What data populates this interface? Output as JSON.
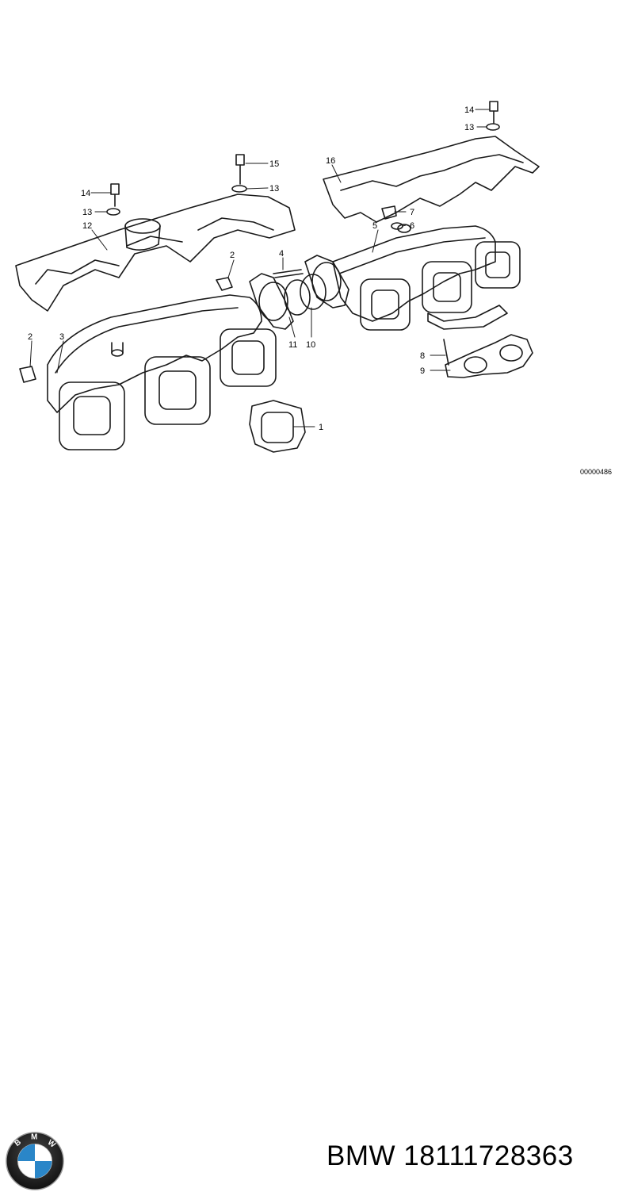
{
  "diagram": {
    "callouts": [
      "1",
      "2",
      "2",
      "3",
      "4",
      "5",
      "6",
      "7",
      "8",
      "9",
      "10",
      "11",
      "12",
      "13",
      "13",
      "13",
      "14",
      "14",
      "15",
      "16"
    ],
    "ref_number": "00000486"
  },
  "logo": {
    "letters": [
      "B",
      "M",
      "W"
    ],
    "colors": {
      "blue": "#2a86c8",
      "black": "#1a1a1a",
      "white": "#ffffff"
    }
  },
  "footer": {
    "brand": "BMW",
    "part_number": "18111728363"
  }
}
